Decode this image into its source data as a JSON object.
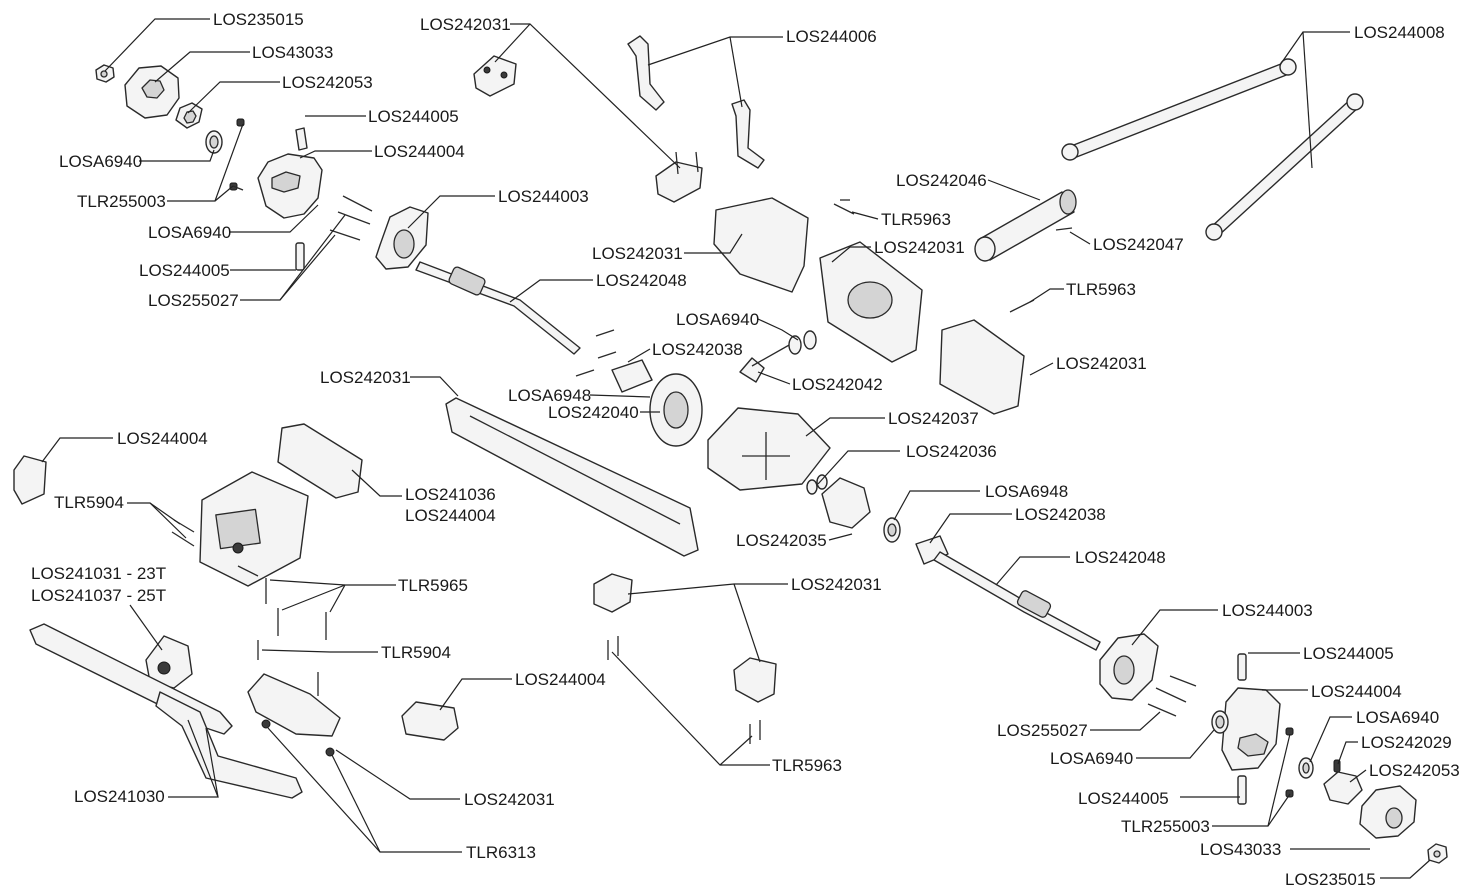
{
  "diagram": {
    "labels": [
      "LOS235015",
      "LOS43033",
      "LOS242053",
      "LOS244005",
      "LOS244004",
      "LOSA6940",
      "TLR255003",
      "LOSA6940",
      "LOS244005",
      "LOS255027",
      "LOS242031",
      "LOS244006",
      "LOS244008",
      "LOS244003",
      "LOS242046",
      "TLR5963",
      "LOS242047",
      "LOS242031",
      "LOS242031",
      "LOS242048",
      "TLR5963",
      "LOSA6940",
      "LOS242038",
      "LOS242031",
      "LOS242042",
      "LOS242031",
      "LOSA6948",
      "LOS242040",
      "LOS242037",
      "LOS244004",
      "LOS242036",
      "TLR5904",
      "LOS241036",
      "LOS244004",
      "LOSA6948",
      "LOS242038",
      "LOS242035",
      "LOS242048",
      "LOS241031 - 23T",
      "LOS241037 - 25T",
      "TLR5965",
      "LOS242031",
      "LOS244003",
      "TLR5904",
      "LOS244005",
      "LOS244004",
      "LOS244004",
      "LOSA6940",
      "LOS255027",
      "LOS242029",
      "LOSA6940",
      "LOS242053",
      "TLR5963",
      "LOS244005",
      "LOS241030",
      "TLR255003",
      "LOS242031",
      "LOS43033",
      "TLR6313",
      "LOS235015"
    ]
  }
}
